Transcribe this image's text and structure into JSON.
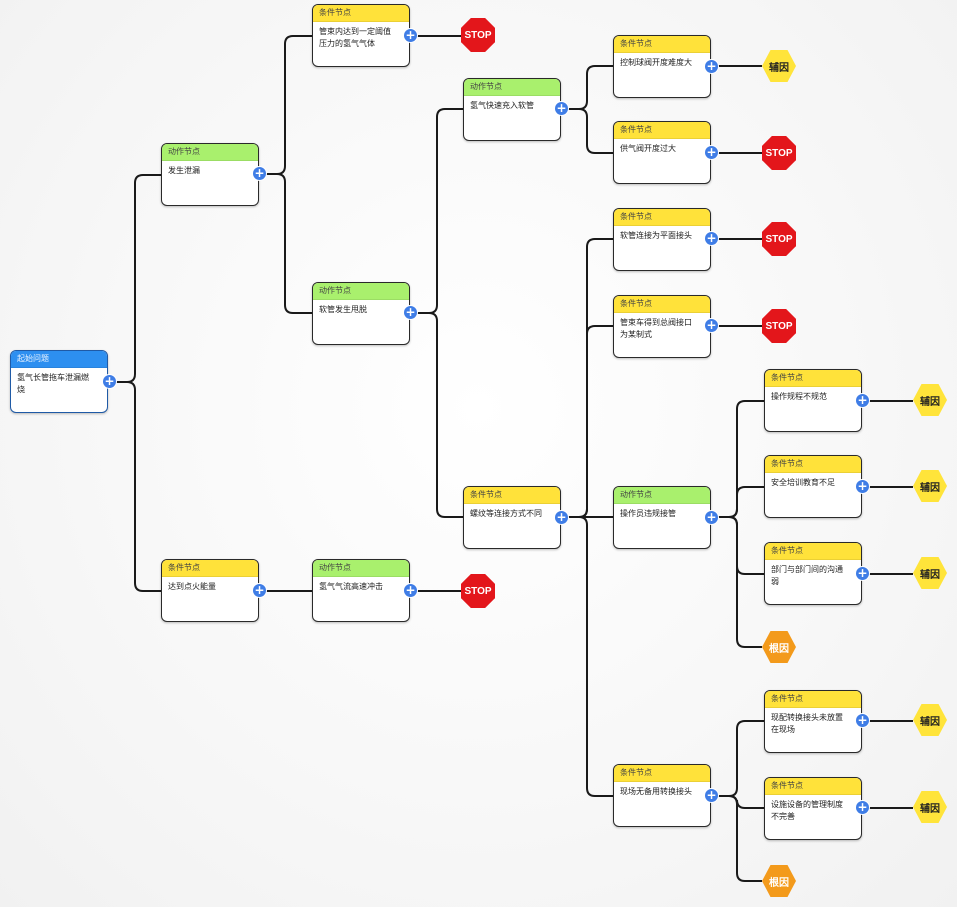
{
  "colors": {
    "action_header": "#a9f06d",
    "condition_header": "#ffe23a",
    "start_header": "#2d8ff0",
    "stop": "#e3161b",
    "auxiliary_cause": "#ffe43a",
    "root_cause": "#f39a1b",
    "connector": "#1a1a1a",
    "expand_button": "#3f7de6"
  },
  "expand_icon": "+",
  "nodes": {
    "start": {
      "header": "起始问题",
      "text": "氢气长管拖车泄漏燃烧"
    },
    "leak": {
      "header": "动作节点",
      "text": "发生泄漏"
    },
    "ignition": {
      "header": "条件节点",
      "text": "达到点火能量"
    },
    "pressure": {
      "header": "条件节点",
      "text": "管束内达到一定阈值压力的氢气气体"
    },
    "hose_whip": {
      "header": "动作节点",
      "text": "软管发生甩脱"
    },
    "jet": {
      "header": "动作节点",
      "text": "氢气气流高速冲击"
    },
    "fast_fill": {
      "header": "动作节点",
      "text": "氢气快速充入软管"
    },
    "thread_conn": {
      "header": "条件节点",
      "text": "螺纹等连接方式不同"
    },
    "valve_hard": {
      "header": "条件节点",
      "text": "控制球阀开度难度大"
    },
    "valve_large": {
      "header": "条件节点",
      "text": "供气阀开度过大"
    },
    "flat_joint": {
      "header": "条件节点",
      "text": "软管连接为平面接头"
    },
    "tube_port": {
      "header": "条件节点",
      "text": "管束车得到总阀接口为某制式"
    },
    "operator": {
      "header": "动作节点",
      "text": "操作员违规接管"
    },
    "no_adapter": {
      "header": "条件节点",
      "text": "现场无备用转换接头"
    },
    "procedure": {
      "header": "条件节点",
      "text": "操作规程不规范"
    },
    "training": {
      "header": "条件节点",
      "text": "安全培训教育不足"
    },
    "dept_comm": {
      "header": "条件节点",
      "text": "部门与部门间的沟通弱"
    },
    "adapter_placed": {
      "header": "条件节点",
      "text": "现配转换接头未放置在现场"
    },
    "equip_mgmt": {
      "header": "条件节点",
      "text": "设施设备的管理制度不完善"
    }
  },
  "terminals": {
    "stop_label": "STOP",
    "aux_label": "辅因",
    "root_label": "根因"
  }
}
